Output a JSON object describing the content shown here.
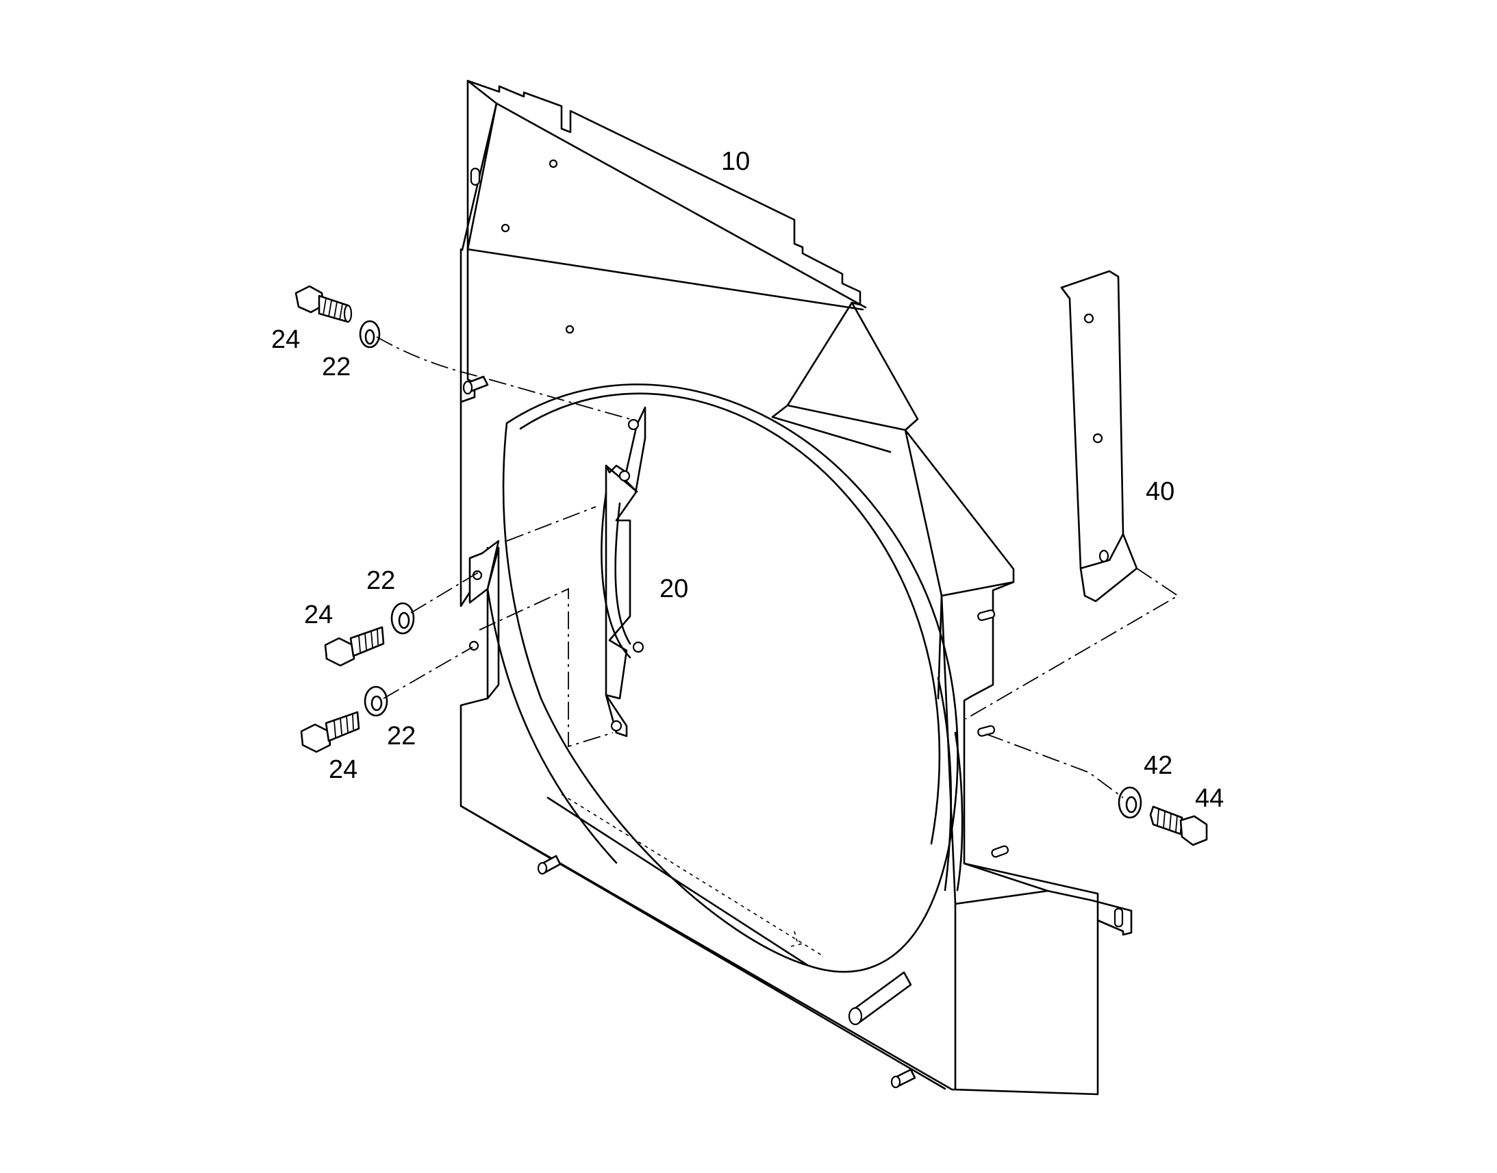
{
  "callouts": {
    "c10": "10",
    "c20": "20",
    "c40": "40",
    "c42": "42",
    "c44": "44",
    "c22_top": "22",
    "c24_top": "24",
    "c22_mid": "22",
    "c24_mid": "24",
    "c22_low": "22",
    "c24_low": "24"
  }
}
